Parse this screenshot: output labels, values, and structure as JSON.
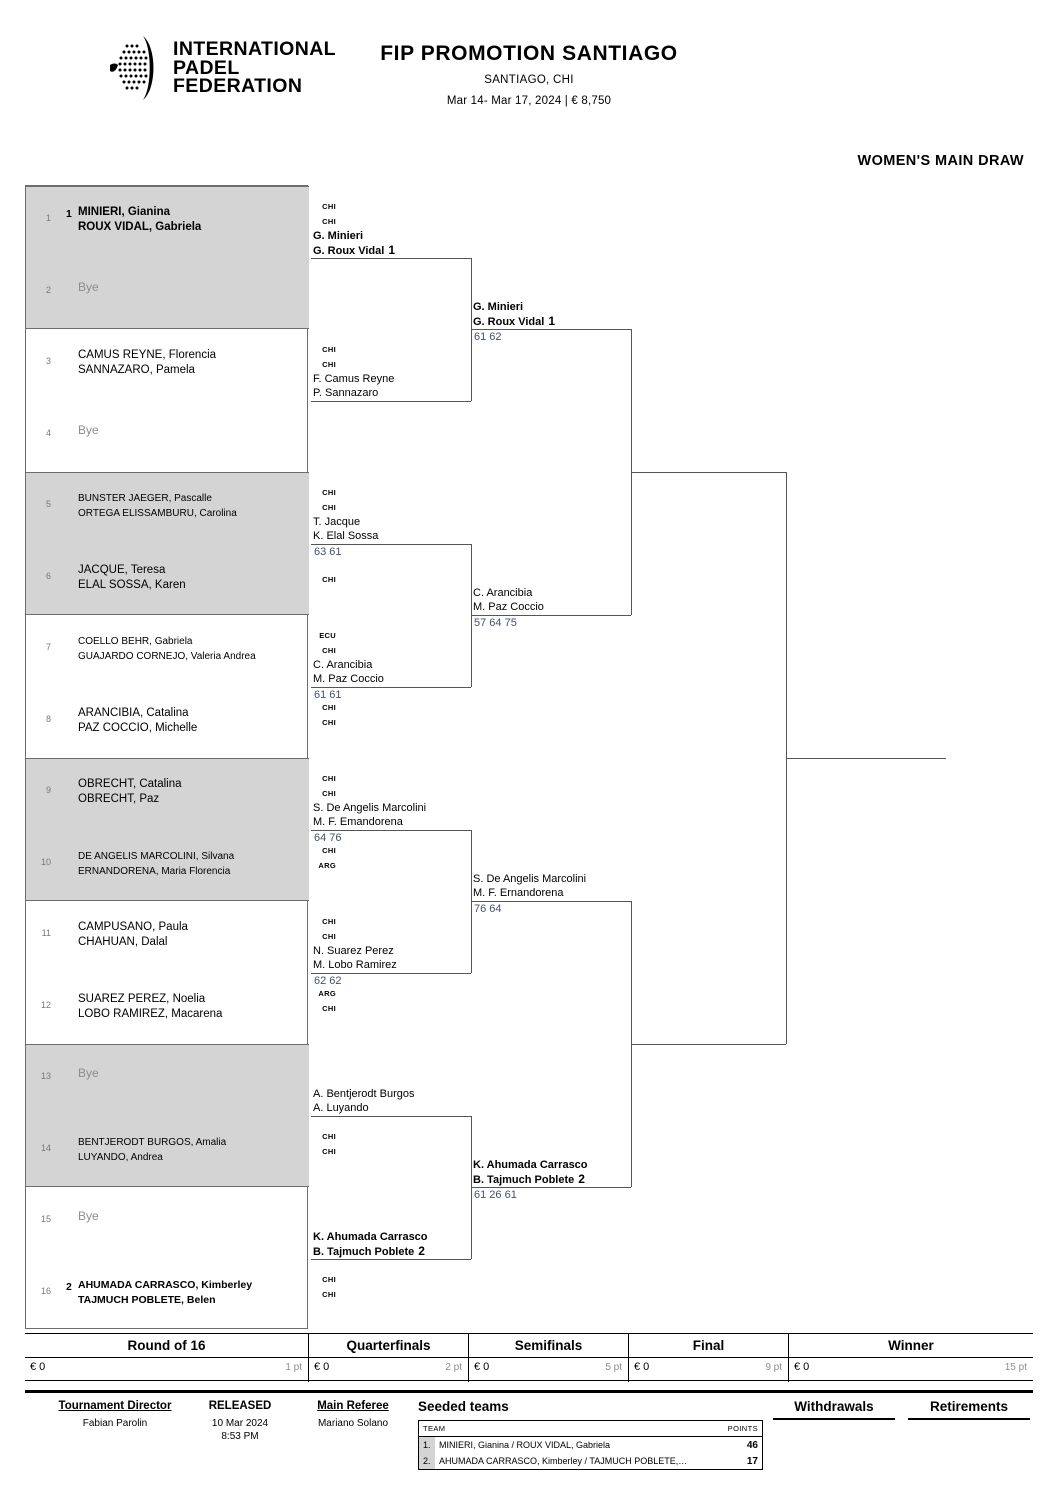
{
  "header": {
    "logo_lines": [
      "INTERNATIONAL",
      "PADEL",
      "FEDERATION"
    ],
    "logo_icon": "ipf-padel-ball-logo",
    "title": "FIP PROMOTION SANTIAGO",
    "location": "SANTIAGO, CHI",
    "dates": "Mar 14- Mar 17, 2024  |  € 8,750",
    "draw_label": "WOMEN'S MAIN DRAW"
  },
  "entrants": [
    {
      "no": "1",
      "seed": "1",
      "bold": true,
      "bye": false,
      "p1": "MINIERI, Gianina",
      "c1": "CHI",
      "p2": "ROUX VIDAL, Gabriela",
      "c2": "CHI",
      "small": false
    },
    {
      "no": "2",
      "seed": "",
      "bold": false,
      "bye": true,
      "bye_label": "Bye"
    },
    {
      "no": "3",
      "seed": "",
      "bold": false,
      "bye": false,
      "p1": "CAMUS REYNE, Florencia",
      "c1": "CHI",
      "p2": "SANNAZARO, Pamela",
      "c2": "CHI",
      "small": false
    },
    {
      "no": "4",
      "seed": "",
      "bold": false,
      "bye": true,
      "bye_label": "Bye"
    },
    {
      "no": "5",
      "seed": "",
      "bold": false,
      "bye": false,
      "p1": "BUNSTER JAEGER, Pascalle",
      "c1": "CHI",
      "p2": "ORTEGA ELISSAMBURU, Carolina",
      "c2": "CHI",
      "small": true
    },
    {
      "no": "6",
      "seed": "",
      "bold": false,
      "bye": false,
      "p1": "JACQUE, Teresa",
      "c1": "",
      "p2": "ELAL SOSSA, Karen",
      "c2": "CHI",
      "small": false
    },
    {
      "no": "7",
      "seed": "",
      "bold": false,
      "bye": false,
      "p1": "COELLO BEHR, Gabriela",
      "c1": "ECU",
      "p2": "GUAJARDO CORNEJO, Valeria Andrea",
      "c2": "CHI",
      "small": true
    },
    {
      "no": "8",
      "seed": "",
      "bold": false,
      "bye": false,
      "p1": "ARANCIBIA, Catalina",
      "c1": "CHI",
      "p2": "PAZ COCCIO, Michelle",
      "c2": "CHI",
      "small": false
    },
    {
      "no": "9",
      "seed": "",
      "bold": false,
      "bye": false,
      "p1": "OBRECHT, Catalina",
      "c1": "CHI",
      "p2": "OBRECHT, Paz",
      "c2": "CHI",
      "small": false
    },
    {
      "no": "10",
      "seed": "",
      "bold": false,
      "bye": false,
      "p1": "DE ANGELIS MARCOLINI, Silvana",
      "c1": "CHI",
      "p2": "ERNANDORENA, Maria Florencia",
      "c2": "ARG",
      "small": true
    },
    {
      "no": "11",
      "seed": "",
      "bold": false,
      "bye": false,
      "p1": "CAMPUSANO, Paula",
      "c1": "CHI",
      "p2": "CHAHUAN, Dalal",
      "c2": "CHI",
      "small": false
    },
    {
      "no": "12",
      "seed": "",
      "bold": false,
      "bye": false,
      "p1": "SUAREZ PEREZ, Noelia",
      "c1": "ARG",
      "p2": "LOBO RAMIREZ, Macarena",
      "c2": "CHI",
      "small": false
    },
    {
      "no": "13",
      "seed": "",
      "bold": false,
      "bye": true,
      "bye_label": "Bye"
    },
    {
      "no": "14",
      "seed": "",
      "bold": false,
      "bye": false,
      "p1": "BENTJERODT BURGOS, Amalia",
      "c1": "CHI",
      "p2": "LUYANDO, Andrea",
      "c2": "CHI",
      "small": true
    },
    {
      "no": "15",
      "seed": "",
      "bold": false,
      "bye": true,
      "bye_label": "Bye"
    },
    {
      "no": "16",
      "seed": "2",
      "bold": true,
      "bye": false,
      "p1": "AHUMADA CARRASCO, Kimberley",
      "c1": "CHI",
      "p2": "TAJMUCH POBLETE, Belen",
      "c2": "CHI",
      "small": true
    }
  ],
  "round16": [
    {
      "l1": "G. Minieri",
      "l2": "G. Roux Vidal",
      "sd": "1",
      "bold": true,
      "score": ""
    },
    {
      "l1": "F. Camus Reyne",
      "l2": "P. Sannazaro",
      "sd": "",
      "bold": false,
      "score": ""
    },
    {
      "l1": "T. Jacque",
      "l2": "K. Elal Sossa",
      "sd": "",
      "bold": false,
      "score": "63 61"
    },
    {
      "l1": "C. Arancibia",
      "l2": "M. Paz Coccio",
      "sd": "",
      "bold": false,
      "score": "61 61"
    },
    {
      "l1": "S. De Angelis Marcolini",
      "l2": "M. F. Emandorena",
      "sd": "",
      "bold": false,
      "score": "64 76"
    },
    {
      "l1": "N. Suarez Perez",
      "l2": "M. Lobo Ramirez",
      "sd": "",
      "bold": false,
      "score": "62 62"
    },
    {
      "l1": "A. Bentjerodt Burgos",
      "l2": "A. Luyando",
      "sd": "",
      "bold": false,
      "score": ""
    },
    {
      "l1": "K. Ahumada Carrasco",
      "l2": "B. Tajmuch Poblete",
      "sd": "2",
      "bold": true,
      "score": ""
    }
  ],
  "quarterfinals": [
    {
      "l1": "G. Minieri",
      "l2": "G. Roux Vidal",
      "sd": "1",
      "bold": true,
      "score": "61 62"
    },
    {
      "l1": "C. Arancibia",
      "l2": "M. Paz Coccio",
      "sd": "",
      "bold": false,
      "score": "57 64 75"
    },
    {
      "l1": "S. De Angelis Marcolini",
      "l2": "M. F. Ernandorena",
      "sd": "",
      "bold": false,
      "score": "76 64"
    },
    {
      "l1": "K. Ahumada Carrasco",
      "l2": "B. Tajmuch Poblete",
      "sd": "2",
      "bold": true,
      "score": "61 26 61"
    }
  ],
  "semifinals": [
    {
      "l1": "",
      "l2": "",
      "sd": "",
      "bold": false,
      "score": ""
    },
    {
      "l1": "",
      "l2": "",
      "sd": "",
      "bold": false,
      "score": ""
    }
  ],
  "final": [
    {
      "l1": "",
      "l2": "",
      "sd": "",
      "bold": false,
      "score": ""
    }
  ],
  "points_table": {
    "columns": [
      {
        "head": "Round of 16",
        "money": "€ 0",
        "pts": "1 pt"
      },
      {
        "head": "Quarterfinals",
        "money": "€ 0",
        "pts": "2 pt"
      },
      {
        "head": "Semifinals",
        "money": "€ 0",
        "pts": "5 pt"
      },
      {
        "head": "Final",
        "money": "€ 0",
        "pts": "9 pt"
      },
      {
        "head": "Winner",
        "money": "€ 0",
        "pts": "15 pt"
      }
    ]
  },
  "footer": {
    "tournament_director_label": "Tournament Director",
    "tournament_director_value": "Fabian Parolin",
    "released_label": "RELEASED",
    "released_date": "10 Mar 2024",
    "released_time": "8:53 PM",
    "main_referee_label": "Main Referee",
    "main_referee_value": "Mariano Solano",
    "seeded_title": "Seeded teams",
    "seeded_head_team": "TEAM",
    "seeded_head_points": "POINTS",
    "seeded_rows": [
      {
        "idx": "1.",
        "team": "MINIERI, Gianina / ROUX VIDAL, Gabriela",
        "points": "46"
      },
      {
        "idx": "2.",
        "team": "AHUMADA CARRASCO, Kimberley / TAJMUCH POBLETE,…",
        "points": "17"
      }
    ],
    "withdrawals_label": "Withdrawals",
    "retirements_label": "Retirements"
  }
}
